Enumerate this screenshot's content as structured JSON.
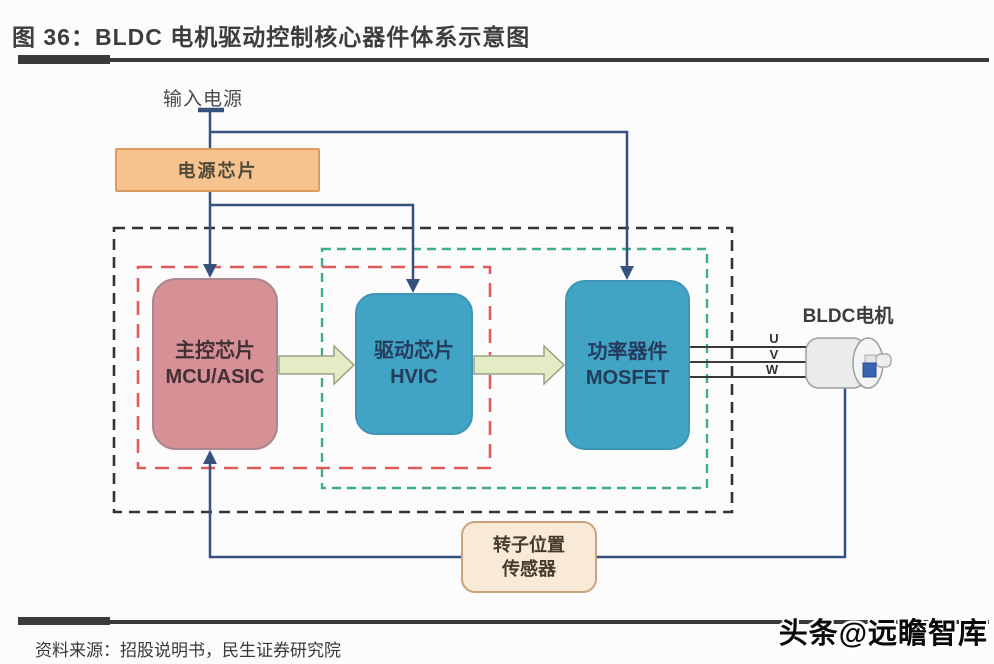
{
  "page": {
    "title": "图 36：BLDC 电机驱动控制核心器件体系示意图",
    "source": "资料来源：招股说明书，民生证券研究院",
    "watermark": "头条@远瞻智库"
  },
  "diagram": {
    "input_power_label": "输入电源",
    "power_chip_label": "电源芯片",
    "mcu": {
      "line1": "主控芯片",
      "line2": "MCU/ASIC"
    },
    "driver": {
      "line1": "驱动芯片",
      "line2": "HVIC"
    },
    "mosfet": {
      "line1": "功率器件",
      "line2": "MOSFET"
    },
    "motor_label": "BLDC电机",
    "phases": [
      "U",
      "V",
      "W"
    ],
    "sensor": {
      "line1": "转子位置",
      "line2": "传感器"
    }
  },
  "colors": {
    "navy": "#35517c",
    "dash-black": "#333333",
    "dash-green": "#3fae84",
    "dash-red": "#e05a5a",
    "orange": "#f6c28e",
    "orange-border": "#dc9c5e",
    "pink": "#d69196",
    "teal": "#42a4c4",
    "cream": "#f9ead8",
    "cream-border": "#c9a27e",
    "arrow-fill": "#e4ecc6",
    "ink": "#3a3a3a"
  }
}
